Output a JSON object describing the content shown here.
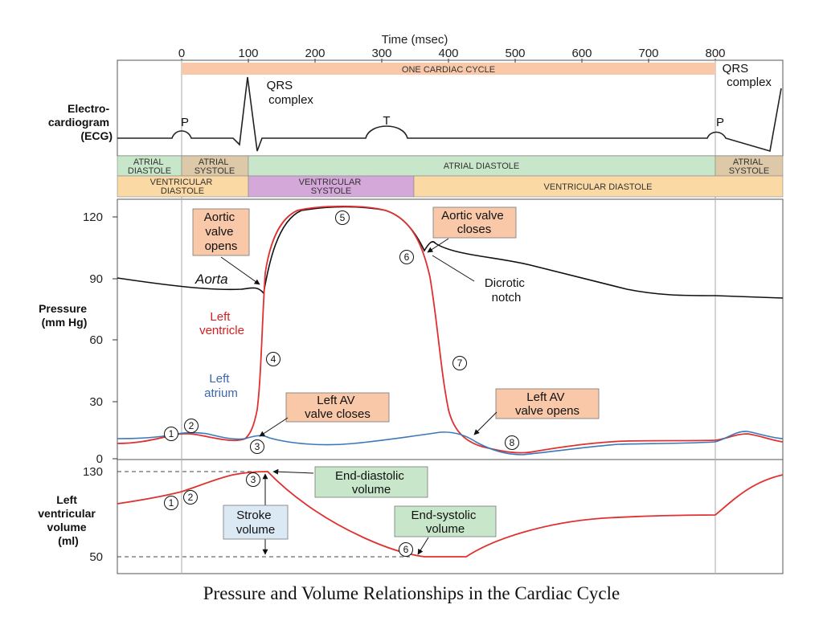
{
  "figure": {
    "caption": "Pressure and Volume Relationships in the Cardiac Cycle",
    "colors": {
      "orange_box": "#f8c8a8",
      "green_box": "#c8e6c9",
      "tan_box": "#ddc9a8",
      "purple_box": "#d4a8d8",
      "light_orange_box": "#fbd9a5",
      "blue_box": "#dbe9f4",
      "left_ventricle_line": "#e03030",
      "left_atrium_line": "#3a78b8",
      "aorta_line": "#111111"
    }
  },
  "time_axis": {
    "title": "Time (msec)",
    "ticks": [
      "0",
      "100",
      "200",
      "300",
      "400",
      "500",
      "600",
      "700",
      "800"
    ]
  },
  "cycle_bar": {
    "label": "ONE CARDIAC CYCLE"
  },
  "ecg": {
    "label_line1": "Electro-",
    "label_line2": "cardiogram",
    "label_line3": "(ECG)",
    "p_wave": "P",
    "p_wave_2": "P",
    "t_wave": "T",
    "qrs_line1": "QRS",
    "qrs_line2": "complex",
    "qrs2_line1": "QRS",
    "qrs2_line2": "complex"
  },
  "phase_bars": {
    "atrial": [
      {
        "line1": "ATRIAL",
        "line2": "DIASTOLE"
      },
      {
        "line1": "ATRIAL",
        "line2": "SYSTOLE"
      },
      {
        "line1": "ATRIAL DIASTOLE",
        "line2": ""
      },
      {
        "line1": "ATRIAL",
        "line2": "SYSTOLE"
      }
    ],
    "ventricular": [
      {
        "line1": "VENTRICULAR",
        "line2": "DIASTOLE"
      },
      {
        "line1": "VENTRICULAR",
        "line2": "SYSTOLE"
      },
      {
        "line1": "VENTRICULAR DIASTOLE",
        "line2": ""
      }
    ]
  },
  "pressure_panel": {
    "ylabel_line1": "Pressure",
    "ylabel_line2": "(mm Hg)",
    "yticks": [
      "120",
      "90",
      "60",
      "30",
      "0"
    ],
    "curve_labels": {
      "aorta": "Aorta",
      "lv_line1": "Left",
      "lv_line2": "ventricle",
      "la_line1": "Left",
      "la_line2": "atrium"
    },
    "callouts": {
      "aortic_opens": [
        "Aortic",
        "valve",
        "opens"
      ],
      "aortic_closes": [
        "Aortic valve",
        "closes"
      ],
      "av_closes": [
        "Left AV",
        "valve closes"
      ],
      "av_opens": [
        "Left AV",
        "valve opens"
      ],
      "dicrotic": [
        "Dicrotic",
        "notch"
      ]
    },
    "markers": [
      "1",
      "2",
      "3",
      "4",
      "5",
      "6",
      "7",
      "8"
    ]
  },
  "volume_panel": {
    "ylabel_line1": "Left",
    "ylabel_line2": "ventricular",
    "ylabel_line3": "volume",
    "ylabel_line4": "(ml)",
    "yticks": [
      "130",
      "50"
    ],
    "callouts": {
      "edv": [
        "End-diastolic",
        "volume"
      ],
      "esv": [
        "End-systolic",
        "volume"
      ],
      "stroke": [
        "Stroke",
        "volume"
      ]
    },
    "markers": [
      "1",
      "2",
      "3",
      "6"
    ]
  }
}
